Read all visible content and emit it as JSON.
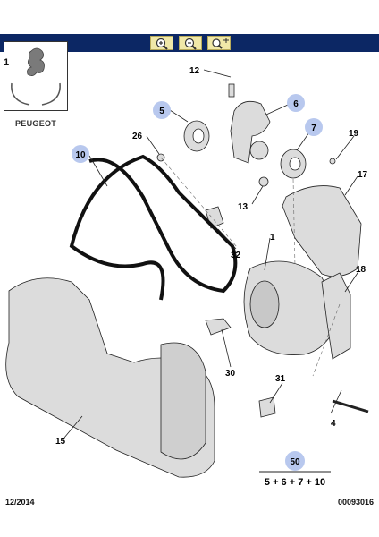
{
  "toolbar": {
    "buttons": [
      {
        "icon": "zoom-in-icon"
      },
      {
        "icon": "zoom-out-icon"
      },
      {
        "icon": "zoom-move-icon"
      }
    ]
  },
  "thumbnail": {
    "item_number": "1",
    "brand_text": "PEUGEOT"
  },
  "callouts": [
    {
      "id": "c12",
      "label": "12",
      "highlighted": false
    },
    {
      "id": "c6",
      "label": "6",
      "highlighted": true
    },
    {
      "id": "c5",
      "label": "5",
      "highlighted": true
    },
    {
      "id": "c26",
      "label": "26",
      "highlighted": false
    },
    {
      "id": "c7",
      "label": "7",
      "highlighted": true
    },
    {
      "id": "c19",
      "label": "19",
      "highlighted": false
    },
    {
      "id": "c10",
      "label": "10",
      "highlighted": true
    },
    {
      "id": "c17",
      "label": "17",
      "highlighted": false
    },
    {
      "id": "c13",
      "label": "13",
      "highlighted": false
    },
    {
      "id": "c1",
      "label": "1",
      "highlighted": false
    },
    {
      "id": "c32",
      "label": "32",
      "highlighted": false
    },
    {
      "id": "c18",
      "label": "18",
      "highlighted": false
    },
    {
      "id": "c30",
      "label": "30",
      "highlighted": false
    },
    {
      "id": "c31",
      "label": "31",
      "highlighted": false
    },
    {
      "id": "c4",
      "label": "4",
      "highlighted": false
    },
    {
      "id": "c15",
      "label": "15",
      "highlighted": false
    },
    {
      "id": "c50",
      "label": "50",
      "highlighted": true
    }
  ],
  "kit_formula": "5 + 6 + 7 + 10",
  "footer": {
    "date": "12/2014",
    "reference": "00093016"
  },
  "colors": {
    "toolbar": "#0c2764",
    "callout_bubble": "#b8c8ee",
    "part_fill": "#dcdcdc",
    "outline": "#222222"
  }
}
